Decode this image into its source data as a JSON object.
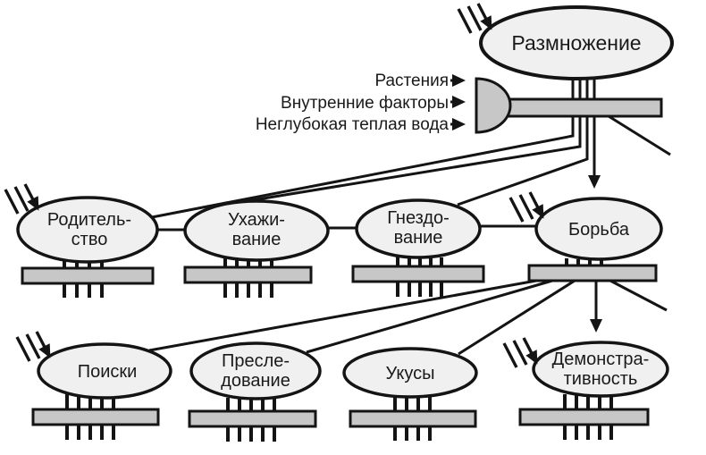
{
  "figure": {
    "colors": {
      "background": "#ffffff",
      "node_fill": "#f0f0f0",
      "bar_fill": "#c7c7c7",
      "line": "#141414",
      "text": "#1a1a1a"
    },
    "top": {
      "node_label": "Размножение",
      "inputs": [
        {
          "label": "Растения"
        },
        {
          "label": "Внутренние факторы"
        },
        {
          "label": "Неглубокая теплая вода"
        }
      ]
    },
    "level2": [
      {
        "name": "parenting",
        "lines": [
          "Родитель-",
          "ство"
        ]
      },
      {
        "name": "courtship",
        "lines": [
          "Ухажи-",
          "вание"
        ]
      },
      {
        "name": "nesting",
        "lines": [
          "Гнездо-",
          "вание"
        ]
      },
      {
        "name": "fighting",
        "lines": [
          "Борьба"
        ]
      }
    ],
    "level3": [
      {
        "name": "search",
        "lines": [
          "Поиски"
        ]
      },
      {
        "name": "chase",
        "lines": [
          "Пресле-",
          "дование"
        ]
      },
      {
        "name": "bites",
        "lines": [
          "Укусы"
        ]
      },
      {
        "name": "display",
        "lines": [
          "Демонстра-",
          "тивность"
        ]
      }
    ]
  }
}
